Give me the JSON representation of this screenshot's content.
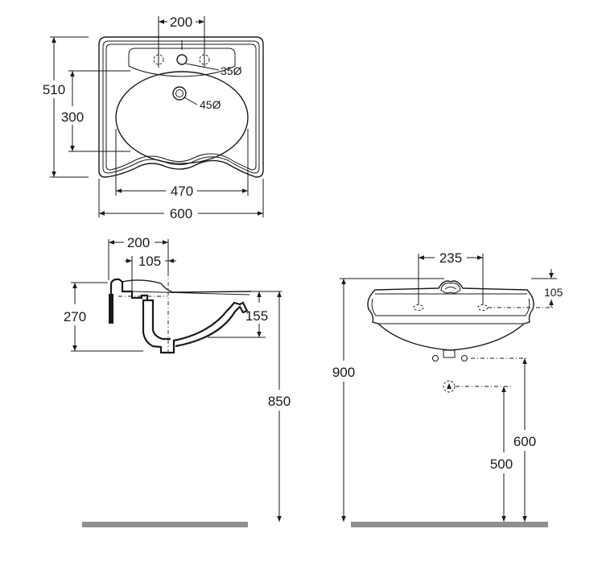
{
  "top_view": {
    "dim_tap_spacing": "200",
    "dim_total_depth": "510",
    "dim_bowl_depth": "300",
    "dim_tap_hole": "35Ø",
    "dim_waste_hole": "45Ø",
    "dim_bowl_width": "470",
    "dim_total_width": "600"
  },
  "side_view": {
    "dim_depth": "200",
    "dim_tap_offset": "105",
    "dim_height": "270",
    "dim_bowl_depth": "155",
    "dim_rim_height": "850"
  },
  "front_view": {
    "dim_tap_spacing": "235",
    "dim_tap_height": "105",
    "dim_total_height": "900",
    "dim_supply_height": "600",
    "dim_waste_height": "500"
  }
}
